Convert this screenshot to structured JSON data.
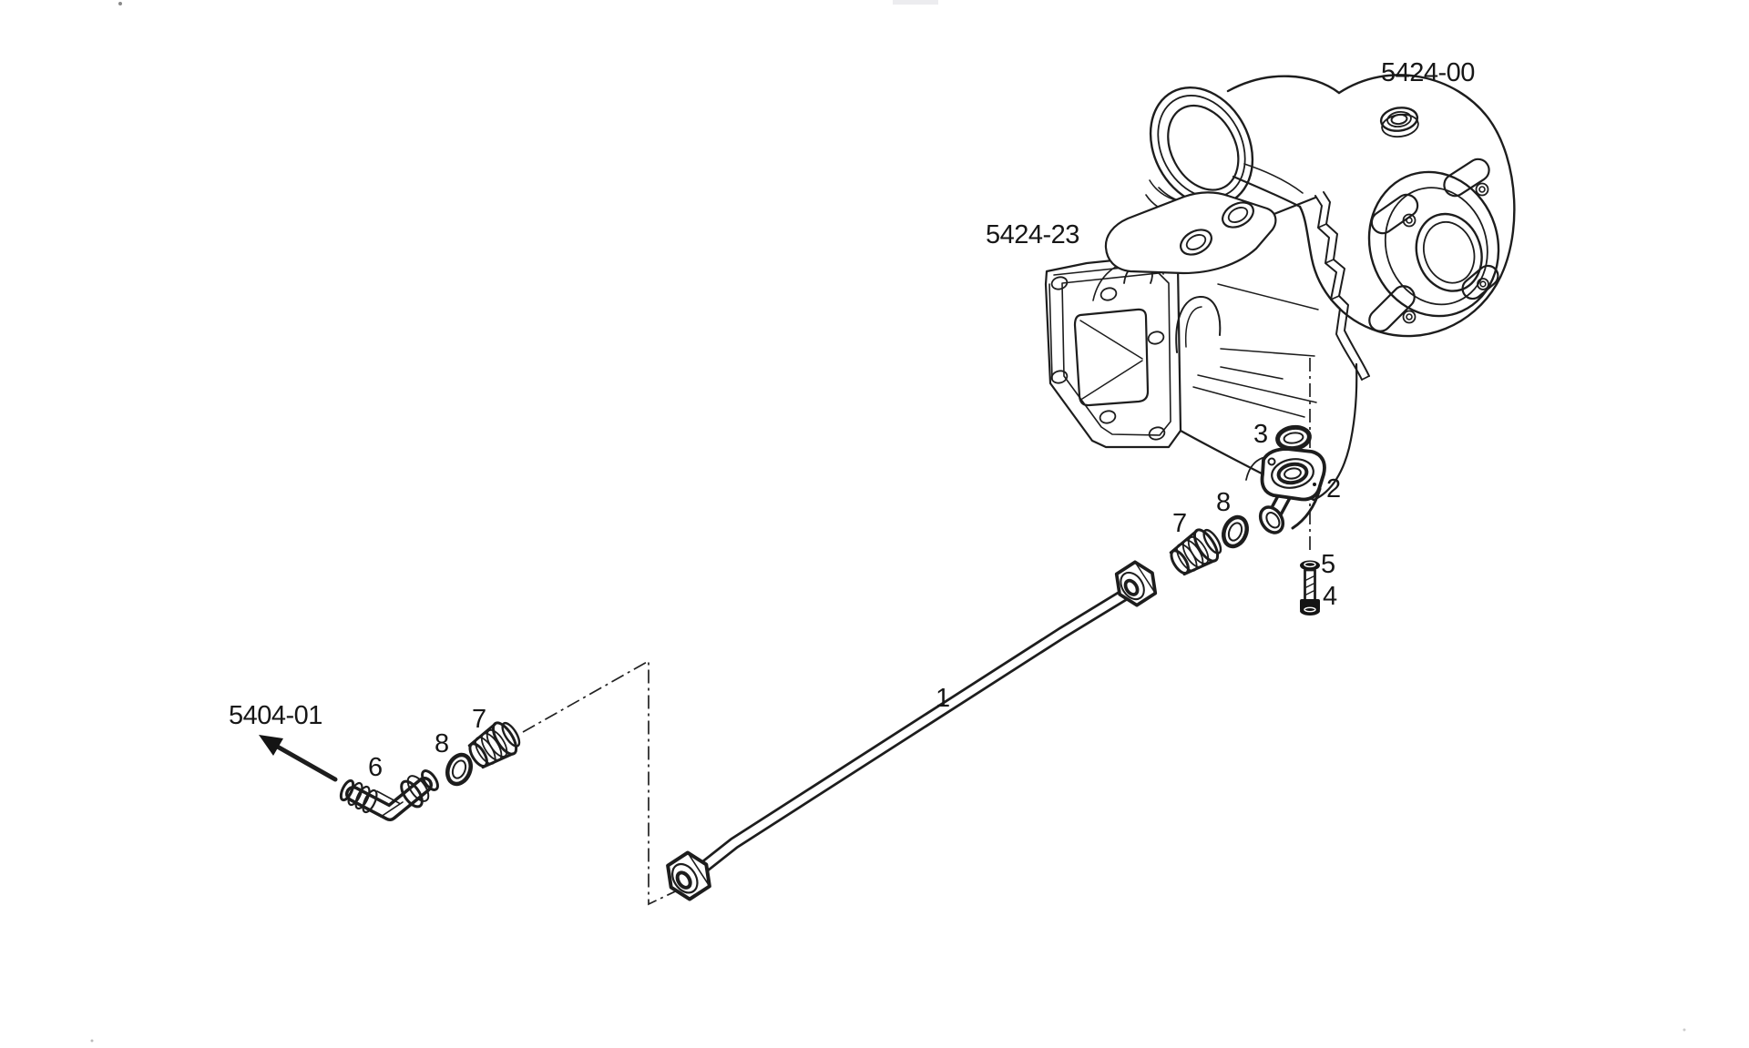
{
  "diagram": {
    "title_refs_note": "assembly reference numbers visible in drawing",
    "refs": [
      "5424-00",
      "5424-23",
      "5404-01"
    ],
    "callouts": [
      "1",
      "2",
      "3",
      "4",
      "5",
      "6",
      "7",
      "8"
    ]
  },
  "colors": {
    "line": "#1d1d1d",
    "background": "#ffffff"
  }
}
